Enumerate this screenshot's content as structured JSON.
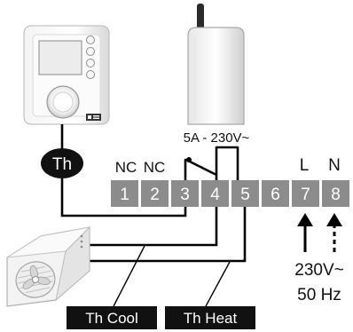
{
  "thermostat_badge": "Th",
  "relay_rating": "5A - 230V~",
  "contact_labels": [
    "NC",
    "NC"
  ],
  "terminals": [
    "1",
    "2",
    "3",
    "4",
    "5",
    "6",
    "7",
    "8"
  ],
  "line_label": "L",
  "neutral_label": "N",
  "supply_voltage": "230V~",
  "supply_frequency": "50 Hz",
  "cool_label": "Th Cool",
  "heat_label": "Th Heat"
}
